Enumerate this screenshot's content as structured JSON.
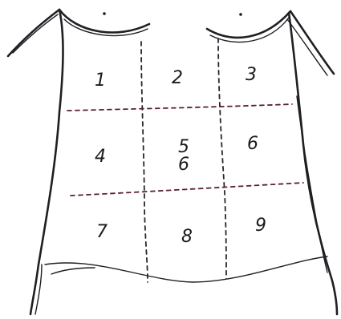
{
  "regions": [
    {
      "id": "region-1",
      "label": "1"
    },
    {
      "id": "region-2",
      "label": "2"
    },
    {
      "id": "region-3",
      "label": "3"
    },
    {
      "id": "region-4",
      "label": "4"
    },
    {
      "id": "region-5",
      "label": "5"
    },
    {
      "id": "region-6-center",
      "label": "6"
    },
    {
      "id": "region-6",
      "label": "6"
    },
    {
      "id": "region-7",
      "label": "7"
    },
    {
      "id": "region-8",
      "label": "8"
    },
    {
      "id": "region-9",
      "label": "9"
    }
  ]
}
